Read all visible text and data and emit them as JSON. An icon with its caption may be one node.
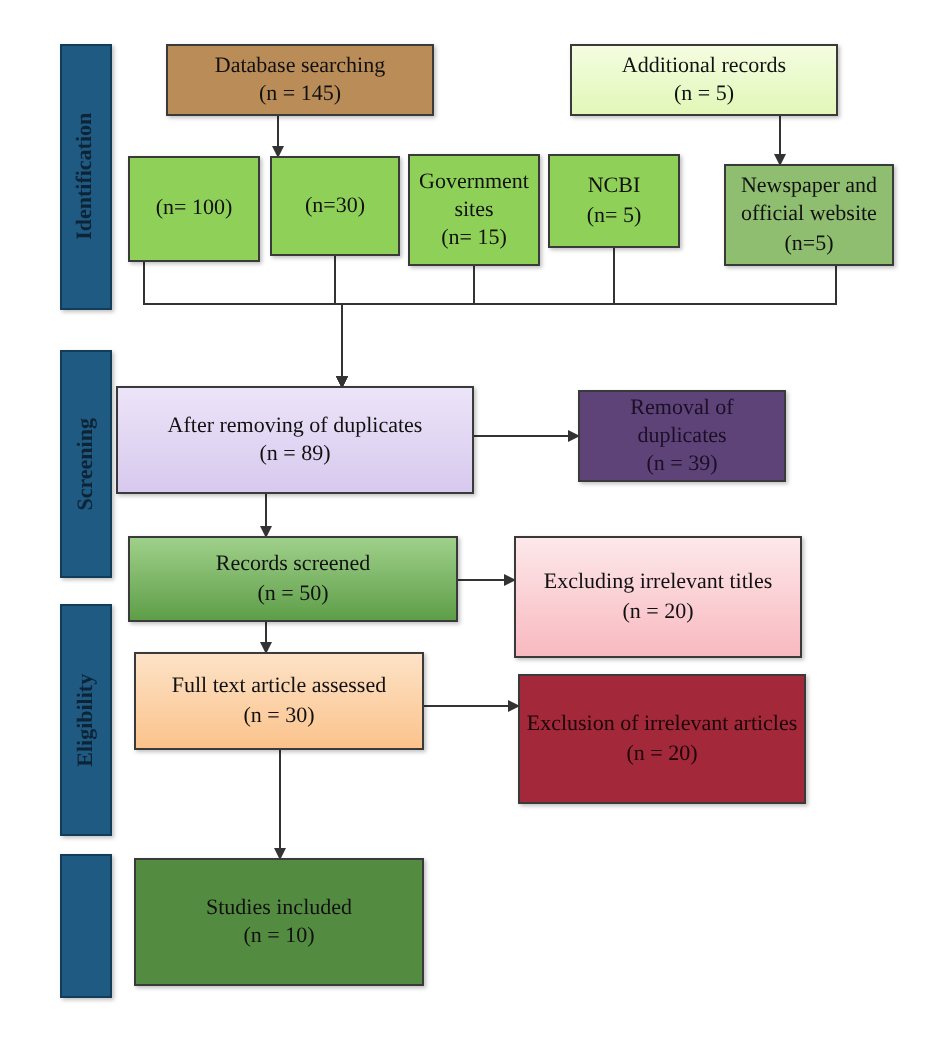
{
  "diagram": {
    "nodes": [
      {
        "text": [
          "Identification"
        ]
      },
      {
        "text": [
          "Screening"
        ]
      },
      {
        "text": [
          "Eligibility"
        ]
      },
      {
        "text": [],
        "shape": "box"
      },
      {
        "text": [
          "Database searching",
          "(n = 145)"
        ]
      },
      {
        "text": [
          "Additional records",
          "(n = 5)"
        ]
      },
      {
        "text": [
          "(n= 100)"
        ]
      },
      {
        "text": [
          "(n=30)"
        ]
      },
      {
        "text": [
          "Government sites",
          "(n= 15)"
        ]
      },
      {
        "text": [
          "NCBI",
          "(n= 5)"
        ]
      },
      {
        "text": [
          "Newspaper and official website",
          "(n=5)"
        ]
      },
      {
        "text": [
          "After removing of duplicates",
          "(n = 89)"
        ]
      },
      {
        "text": [
          "Removal of duplicates",
          "(n = 39)"
        ]
      },
      {
        "text": [
          "Records screened",
          "(n = 50)"
        ]
      },
      {
        "text": [
          "Excluding irrelevant titles",
          "(n = 20)"
        ]
      },
      {
        "text": [
          "Full text article assessed",
          "(n = 30)"
        ]
      },
      {
        "text": [
          "Exclusion of irrelevant articles",
          "(n = 20)"
        ]
      },
      {
        "text": [
          "Studies included",
          "(n = 10)"
        ]
      }
    ],
    "edges": [
      {
        "from": 4,
        "to": 7,
        "arrow": "to"
      },
      {
        "from": 5,
        "to": 10,
        "arrow": "to"
      },
      {
        "from": 6,
        "to": 11,
        "arrow": "to"
      },
      {
        "from": 7,
        "to": 11,
        "arrow": "to"
      },
      {
        "from": 8,
        "to": 11,
        "arrow": "to"
      },
      {
        "from": 9,
        "to": 11,
        "arrow": "to"
      },
      {
        "from": 10,
        "to": 11,
        "arrow": "to"
      },
      {
        "from": 11,
        "to": 12,
        "arrow": "to"
      },
      {
        "from": 11,
        "to": 13,
        "arrow": "to"
      },
      {
        "from": 13,
        "to": 14,
        "arrow": "to"
      },
      {
        "from": 13,
        "to": 15,
        "arrow": "to"
      },
      {
        "from": 15,
        "to": 16,
        "arrow": "to"
      },
      {
        "from": 15,
        "to": 17,
        "arrow": "to"
      }
    ]
  }
}
